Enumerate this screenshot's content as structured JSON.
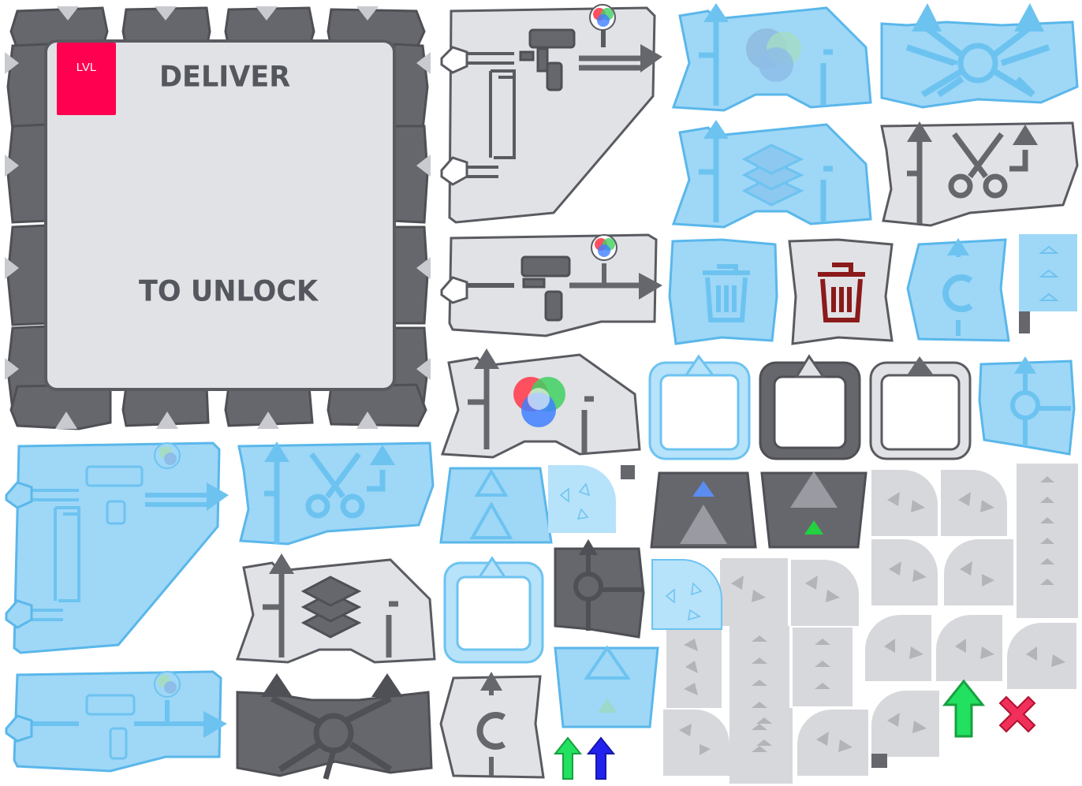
{
  "level_panel": {
    "badge": "LVL",
    "line1": "DELIVER",
    "line2": "TO UNLOCK"
  },
  "palette": {
    "dark": "#66676d",
    "dark_stroke": "#4f5056",
    "light": "#e1e2e6",
    "light_stroke": "#5a5b61",
    "blue": "#9fd7f7",
    "blue_stroke": "#5ab7ea",
    "red_badge": "#ff0050",
    "trash_red": "#8b1a1a",
    "green_arrow": "#22e060",
    "blue_arrow": "#2222ee",
    "red_x": "#f0305a"
  },
  "icons": [
    "painter-building-icon",
    "mixer-building-icon",
    "stacker-building-icon",
    "cutter-building-icon",
    "splitter-building-icon",
    "rotator-building-icon",
    "trash-icon",
    "belt-icon",
    "tunnel-icon",
    "balancer-icon",
    "hub-icon",
    "green-arrow-icon",
    "blue-arrow-icon",
    "red-x-icon"
  ]
}
